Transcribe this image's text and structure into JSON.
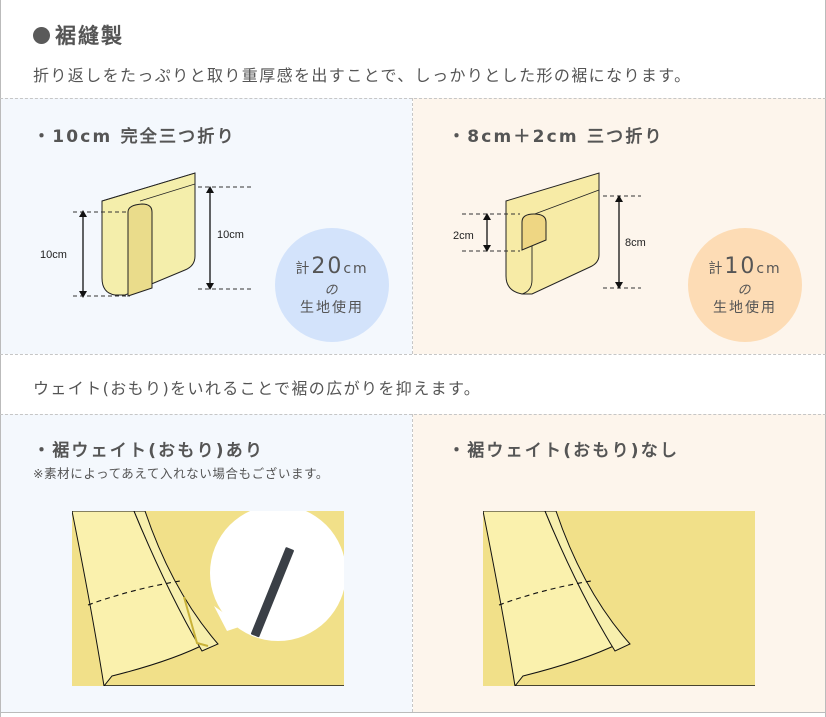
{
  "section": {
    "title": "裾縫製",
    "lead": "折り返しをたっぷりと取り重厚感を出すことで、しっかりとした形の裾になります。"
  },
  "hem_types": [
    {
      "label": "・10cm 完全三つ折り",
      "dim_left": "10cm",
      "dim_right": "10cm",
      "badge": {
        "prefix": "計",
        "amount": "20",
        "unit": "cm",
        "particle": "の",
        "suffix": "生地使用"
      },
      "badge_color": "#d3e3fb",
      "bg_color": "#f4f8fd"
    },
    {
      "label": "・8cm＋2cm 三つ折り",
      "dim_left": "2cm",
      "dim_right": "8cm",
      "badge": {
        "prefix": "計",
        "amount": "10",
        "unit": "cm",
        "particle": "の",
        "suffix": "生地使用"
      },
      "badge_color": "#fddcb5",
      "bg_color": "#fdf5ec"
    }
  ],
  "weight": {
    "intro": "ウェイト(おもり)をいれることで裾の広がりを抑えます。",
    "with": {
      "label": "・裾ウェイト(おもり)あり",
      "note": "※素材によってあえて入れない場合もございます。"
    },
    "without": {
      "label": "・裾ウェイト(おもり)なし"
    }
  },
  "colors": {
    "fabric_light": "#f7f0ad",
    "fabric_mid": "#efe190",
    "fabric_bg": "#f1e089",
    "text": "#555555"
  }
}
